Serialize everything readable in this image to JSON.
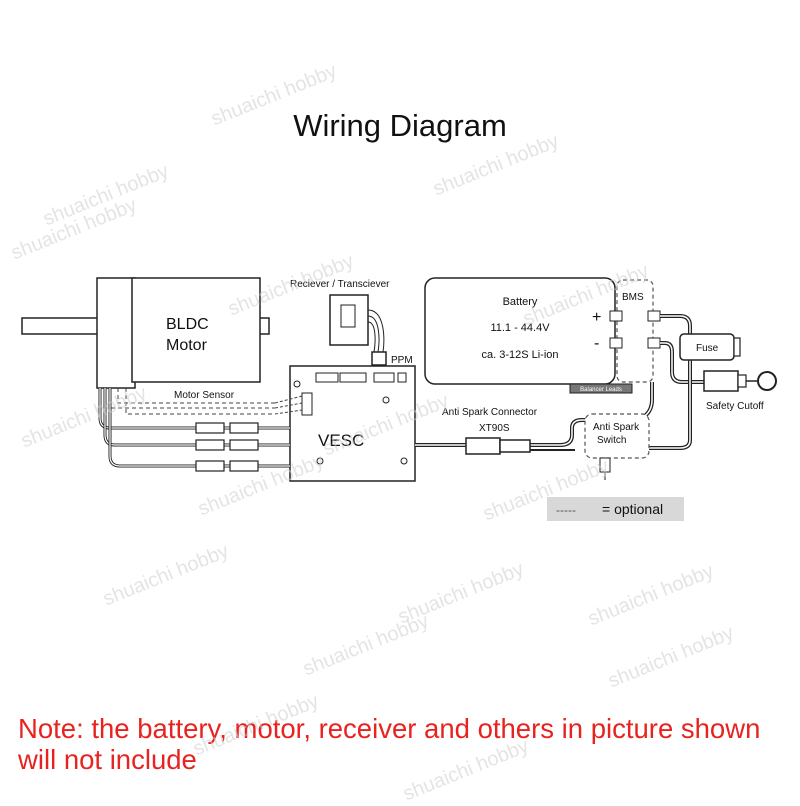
{
  "title": "Wiring Diagram",
  "note": "Note: the battery, motor, receiver and others in picture shown will not include",
  "watermark": "shuaichi hobby",
  "components": {
    "motor": {
      "line1": "BLDC",
      "line2": "Motor"
    },
    "receiver": {
      "label": "Reciever / Transciever",
      "connector": "PPM"
    },
    "vesc": {
      "label": "VESC"
    },
    "motor_sensor": {
      "label": "Motor Sensor"
    },
    "battery": {
      "label": "Battery",
      "voltage": "11.1 - 44.4V",
      "cells": "ca. 3-12S Li-ion",
      "plus": "+",
      "minus": "-",
      "balancer": "Balancer Leads"
    },
    "bms": {
      "label": "BMS"
    },
    "fuse": {
      "label": "Fuse"
    },
    "safety": {
      "label": "Safety Cutoff"
    },
    "anti_spark_connector": {
      "label": "Anti Spark Connector",
      "type": "XT90S"
    },
    "anti_spark_switch": {
      "line1": "Anti Spark",
      "line2": "Switch"
    },
    "legend": {
      "dashes": "-----",
      "text": "= optional"
    }
  }
}
